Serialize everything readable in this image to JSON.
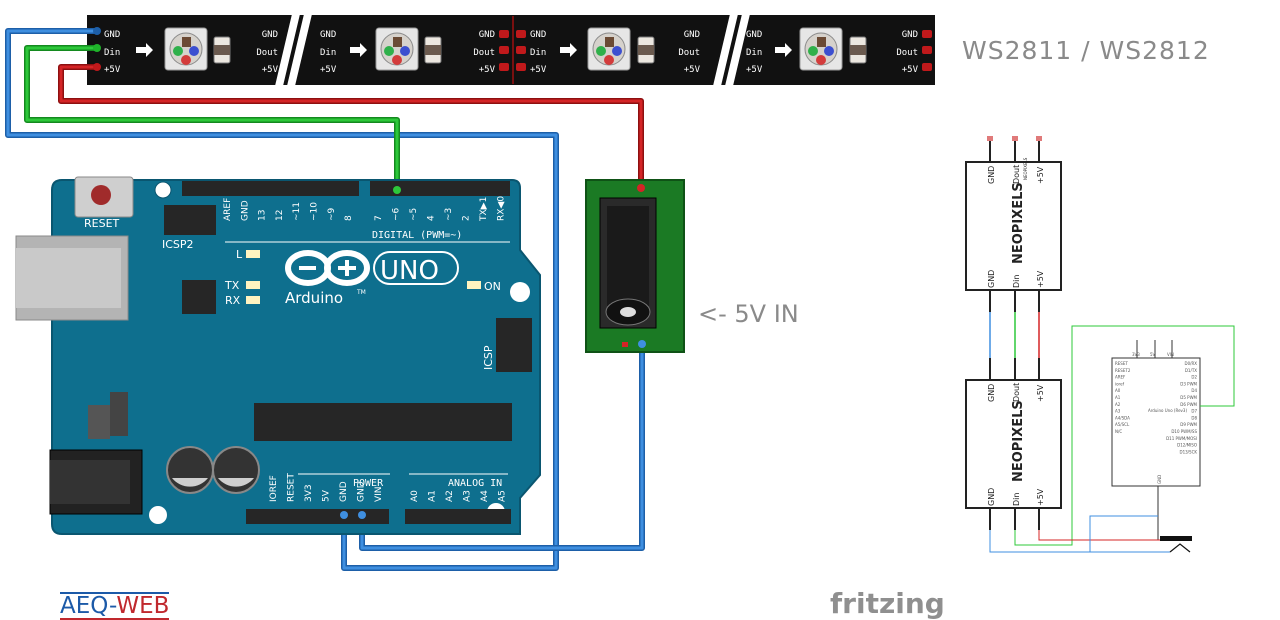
{
  "title": "WS2811 / WS2812",
  "power_label": "<- 5V IN",
  "footer_brand": "fritzing",
  "logo": {
    "part1": "AEQ-",
    "part2": "WEB"
  },
  "strip": {
    "pin_in": [
      "GND",
      "Din",
      "+5V"
    ],
    "pin_out": [
      "GND",
      "Dout",
      "+5V"
    ]
  },
  "arduino": {
    "reset": "RESET",
    "icsp2": "ICSP2",
    "icsp": "ICSP",
    "digital": "DIGITAL (PWM=~)",
    "top_pins": [
      "AREF",
      "GND",
      "13",
      "12",
      "~11",
      "~10",
      "~9",
      "8"
    ],
    "top_pins2": [
      "7",
      "~6",
      "~5",
      "4",
      "~3",
      "2",
      "TX▶1",
      "RX◀0"
    ],
    "led_l": "L",
    "led_tx": "TX",
    "led_rx": "RX",
    "on": "ON",
    "brand": "Arduino",
    "tm": "TM",
    "model": "UNO",
    "power": "POWER",
    "analog": "ANALOG IN",
    "bottom_pins": [
      "IOREF",
      "RESET",
      "3V3",
      "5V",
      "GND",
      "GND",
      "VIN"
    ],
    "analog_pins": [
      "A0",
      "A1",
      "A2",
      "A3",
      "A4",
      "A5"
    ]
  },
  "schematic": {
    "module_label": "NEOPIXELS",
    "top_pins": [
      "GND",
      "Dout",
      "+5V"
    ],
    "bottom_pins": [
      "GND",
      "Din",
      "+5V"
    ],
    "mini_text": "NEOPIXELS",
    "arduino_label": "Arduino Uno (Rev3)",
    "left_pins": [
      "RESET",
      "RESET2",
      "AREF",
      "ioref",
      "A0",
      "A1",
      "A2",
      "A3",
      "A4/SDA",
      "A5/SCL",
      "N/C"
    ],
    "right_pins": [
      "D0/RX",
      "D1/TX",
      "D2",
      "D3 PWM",
      "D4",
      "D5 PWM",
      "D6 PWM",
      "D7",
      "D8",
      "D9 PWM",
      "D10 PWM/SS",
      "D11 PWM/MOSI",
      "D12/MISO",
      "D13/SCK"
    ],
    "top_labels": [
      "3V3",
      "5V",
      "VIN"
    ],
    "gnd_label": "GND"
  },
  "colors": {
    "board": "#0e6f8e",
    "board_dark": "#0a5670",
    "strip": "#111111",
    "wire_blue": "#2f7fd0",
    "wire_green": "#1fb32a",
    "wire_red": "#c0191b",
    "jack_board": "#1b7a24"
  }
}
